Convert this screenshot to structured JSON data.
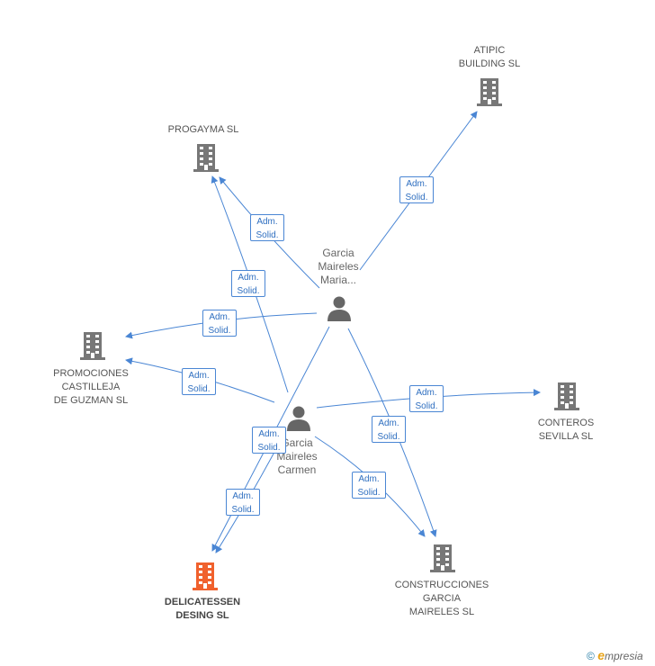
{
  "companies": {
    "atipic": {
      "name_line1": "ATIPIC",
      "name_line2": "BUILDING SL"
    },
    "progayma": {
      "name_line1": "PROGAYMA SL"
    },
    "promociones": {
      "name_line1": "PROMOCIONES",
      "name_line2": "CASTILLEJA",
      "name_line3": "DE GUZMAN SL"
    },
    "conteros": {
      "name_line1": "CONTEROS",
      "name_line2": "SEVILLA SL"
    },
    "delicatessen": {
      "name_line1": "DELICATESSEN",
      "name_line2": "DESING SL"
    },
    "construcciones": {
      "name_line1": "CONSTRUCCIONES",
      "name_line2": "GARCIA",
      "name_line3": "MAIRELES SL"
    }
  },
  "persons": {
    "maria": {
      "line1": "Garcia",
      "line2": "Maireles",
      "line3": "Maria..."
    },
    "carmen": {
      "line1": "Garcia",
      "line2": "Maireles",
      "line3": "Carmen"
    }
  },
  "edge_label": {
    "line1": "Adm.",
    "line2": "Solid."
  },
  "footer": {
    "copyright": "©",
    "brand_initial": "e",
    "brand_rest": "mpresia"
  },
  "colors": {
    "edge": "#4a86d4",
    "building": "#777777",
    "building_main": "#f0612d",
    "person": "#666666"
  }
}
